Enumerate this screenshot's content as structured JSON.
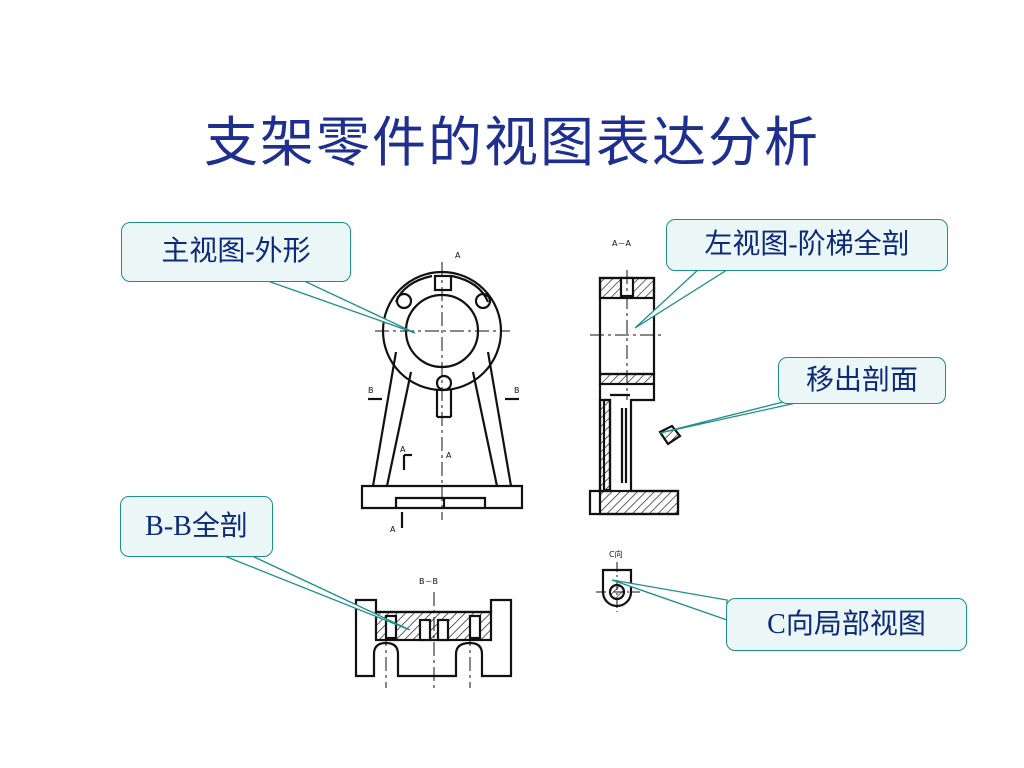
{
  "title": "支架零件的视图表达分析",
  "callouts": {
    "front": "主视图-外形",
    "left": "左视图-阶梯全剖",
    "removed": "移出剖面",
    "bb": "B-B全剖",
    "c": "C向局部视图"
  },
  "drawing_labels": {
    "A": "A",
    "B": "B",
    "AA": "A－A",
    "BB": "B－B",
    "C": "C向"
  },
  "colors": {
    "title": "#1f2f8f",
    "callout_border": "#1b8f8a",
    "callout_fill": "#eaf7f6"
  }
}
